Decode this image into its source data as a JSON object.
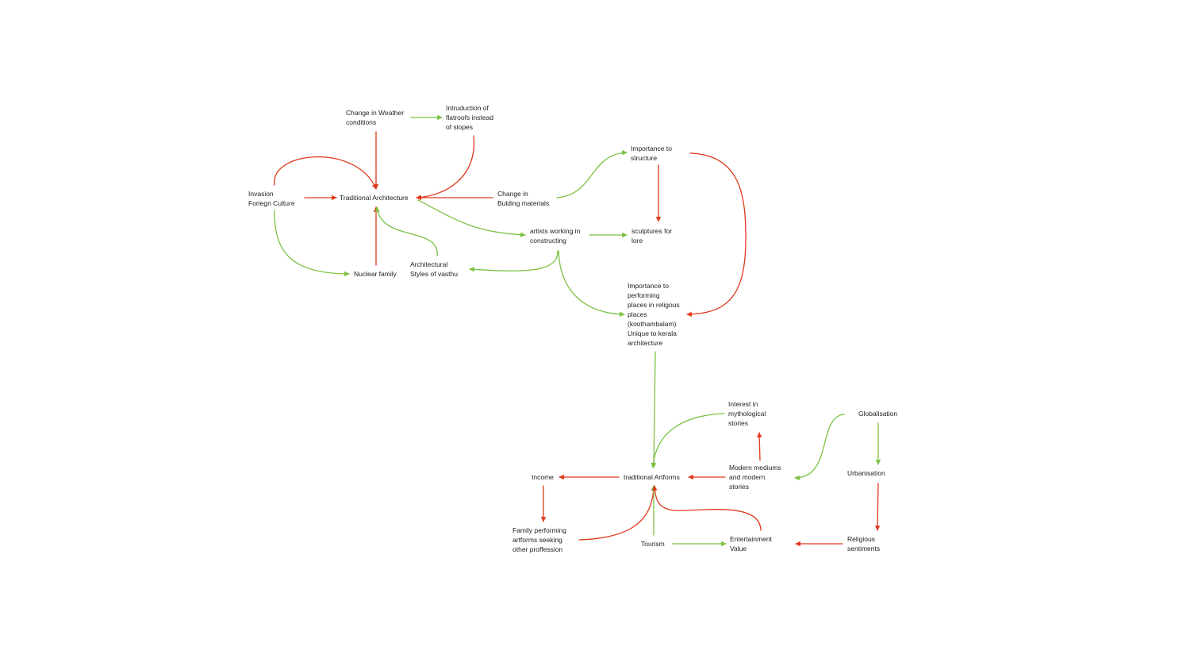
{
  "colors": {
    "positive": "#7cc142",
    "negative": "#e0391d",
    "text": "#222222",
    "background": "#ffffff"
  },
  "nodes": {
    "weather": "Change in Weather\nconditions",
    "flatroofs": "Intruduction of\nflatroofs instead\nof slopes",
    "invasion": "Invasion\nForiegn Culture",
    "traditional_architecture": "Traditional Architecture",
    "building_materials": "Change in\nBulding materials",
    "importance_structure": "Importance to\nstructure",
    "artists_constructing": "artists working in\nconstructing",
    "sculptures": "sculptures for\nlore",
    "nuclear_family": "Nuclear family",
    "vasthu": "Architectural\nStyles of vasthu",
    "performing_places": "Importance to\nperforming\nplaces in religous\nplaces\n(koothambalam)\nUnique to kerala\narchitecture",
    "mythological": "Interest in\nmythological\nstories",
    "globalisation": "Globalisation",
    "income": "Income",
    "traditional_artforms": "traditional Artforms",
    "modern_mediums": "Modern mediums\nand  modern\nstories",
    "urbanisation": "Urbanisation",
    "family_performing": "Family performing\nartforms seeking\nother proffession",
    "tourism": "Tourism",
    "entertainment": "Entertainment\nValue",
    "religious": "Religious\nsentiments"
  },
  "edges": [
    {
      "id": "weather-to-flatroofs",
      "polarity": "positive"
    },
    {
      "id": "weather-to-architecture",
      "polarity": "negative"
    },
    {
      "id": "flatroofs-to-architecture",
      "polarity": "negative"
    },
    {
      "id": "invasion-to-architecture",
      "polarity": "negative"
    },
    {
      "id": "invasion-loop-to-architecture",
      "polarity": "negative"
    },
    {
      "id": "invasion-to-nuclear-family",
      "polarity": "positive"
    },
    {
      "id": "nuclear-family-to-architecture",
      "polarity": "negative"
    },
    {
      "id": "vasthu-to-architecture",
      "polarity": "positive"
    },
    {
      "id": "building-materials-to-architecture",
      "polarity": "negative"
    },
    {
      "id": "building-materials-to-structure",
      "polarity": "positive"
    },
    {
      "id": "architecture-to-artists",
      "polarity": "positive"
    },
    {
      "id": "artists-to-sculptures",
      "polarity": "positive"
    },
    {
      "id": "artists-to-vasthu",
      "polarity": "positive"
    },
    {
      "id": "artists-to-performing-places",
      "polarity": "positive"
    },
    {
      "id": "structure-to-sculptures",
      "polarity": "negative"
    },
    {
      "id": "structure-to-performing-places",
      "polarity": "negative"
    },
    {
      "id": "performing-places-to-artforms",
      "polarity": "positive"
    },
    {
      "id": "mythological-to-artforms",
      "polarity": "positive"
    },
    {
      "id": "modern-to-mythological",
      "polarity": "negative"
    },
    {
      "id": "modern-to-artforms",
      "polarity": "negative"
    },
    {
      "id": "globalisation-to-modern",
      "polarity": "positive"
    },
    {
      "id": "globalisation-to-urbanisation",
      "polarity": "positive"
    },
    {
      "id": "urbanisation-to-religious",
      "polarity": "negative"
    },
    {
      "id": "religious-to-entertainment",
      "polarity": "negative"
    },
    {
      "id": "artforms-to-income",
      "polarity": "negative"
    },
    {
      "id": "income-to-family-performing",
      "polarity": "negative"
    },
    {
      "id": "family-performing-to-artforms",
      "polarity": "negative"
    },
    {
      "id": "tourism-to-artforms",
      "polarity": "positive"
    },
    {
      "id": "tourism-to-entertainment",
      "polarity": "positive"
    },
    {
      "id": "entertainment-to-artforms",
      "polarity": "negative"
    }
  ]
}
